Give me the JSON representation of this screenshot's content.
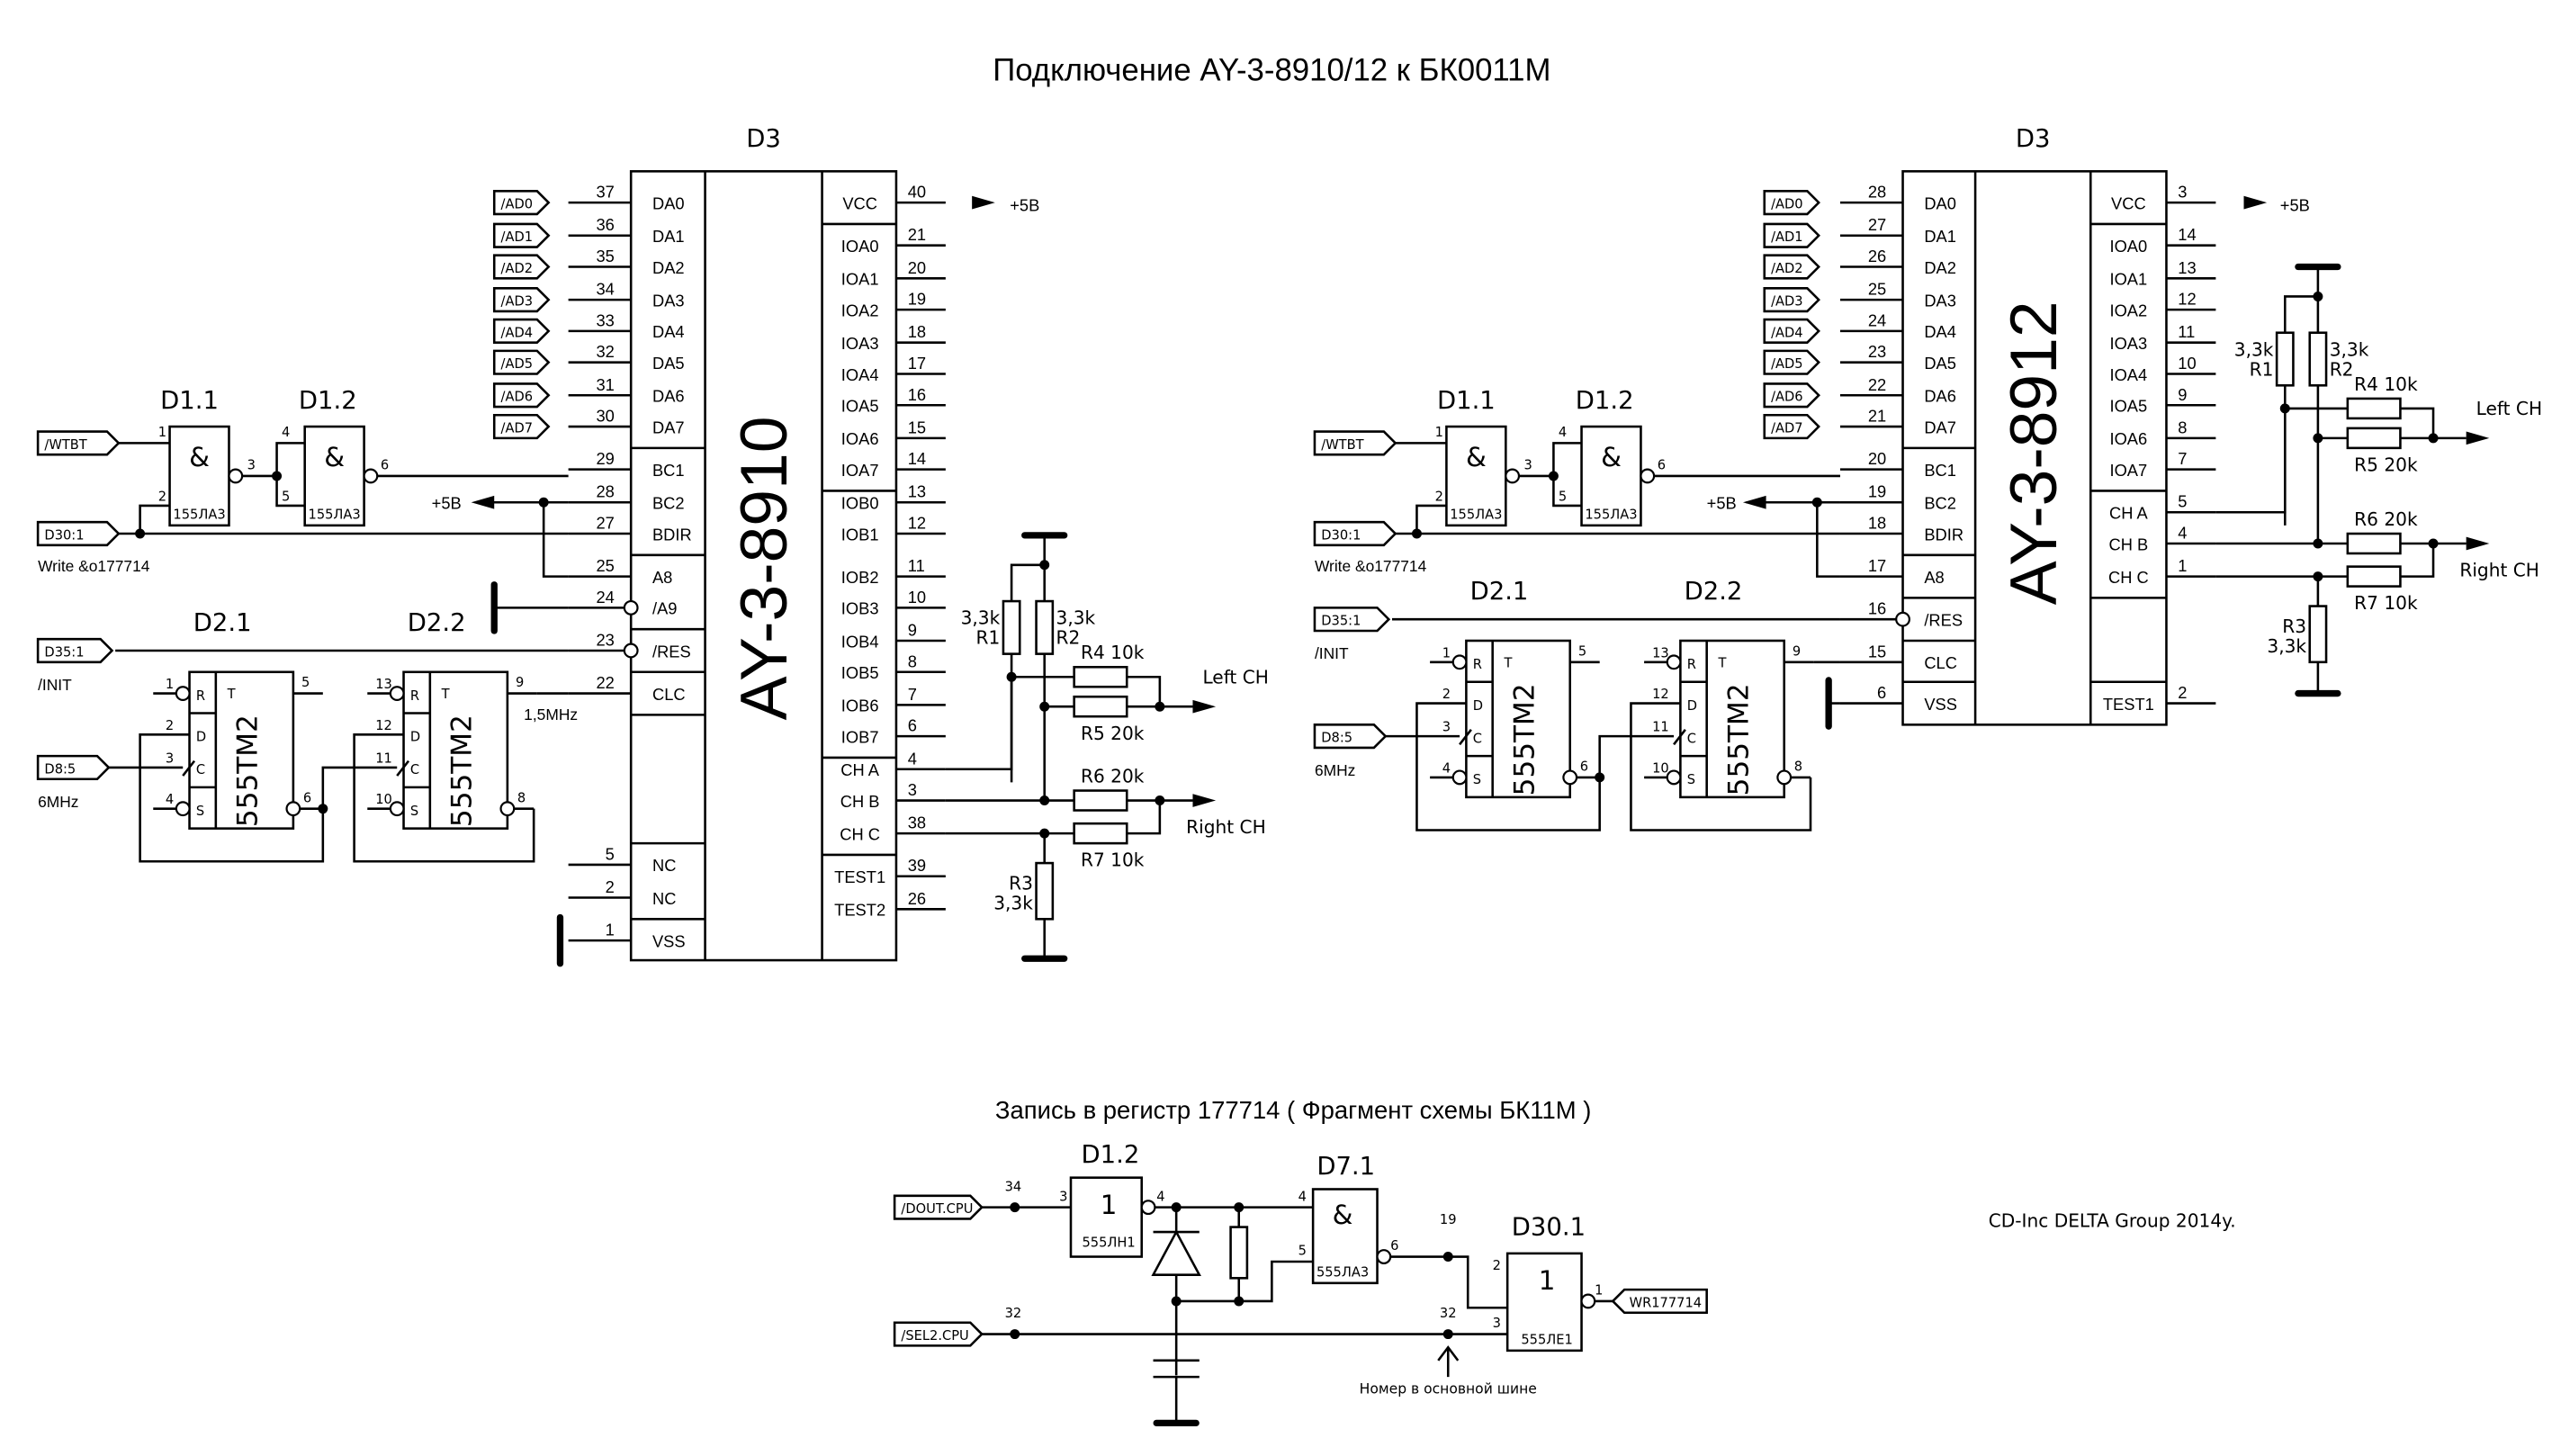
{
  "title": "Подключение AY-3-8910/12 к БК0011М",
  "left_circuit": {
    "chip_ref": "D3",
    "chip_name": "AY-3-8910",
    "left_pins": [
      {
        "num": "37",
        "name": "DA0",
        "net": "/AD0"
      },
      {
        "num": "36",
        "name": "DA1",
        "net": "/AD1"
      },
      {
        "num": "35",
        "name": "DA2",
        "net": "/AD2"
      },
      {
        "num": "34",
        "name": "DA3",
        "net": "/AD3"
      },
      {
        "num": "33",
        "name": "DA4",
        "net": "/AD4"
      },
      {
        "num": "32",
        "name": "DA5",
        "net": "/AD5"
      },
      {
        "num": "31",
        "name": "DA6",
        "net": "/AD6"
      },
      {
        "num": "30",
        "name": "DA7",
        "net": "/AD7"
      },
      {
        "num": "29",
        "name": "BC1"
      },
      {
        "num": "28",
        "name": "BC2"
      },
      {
        "num": "27",
        "name": "BDIR"
      },
      {
        "num": "25",
        "name": "A8"
      },
      {
        "num": "24",
        "name": "/A9"
      },
      {
        "num": "23",
        "name": "/RES"
      },
      {
        "num": "22",
        "name": "CLC"
      },
      {
        "num": "5",
        "name": "NC"
      },
      {
        "num": "2",
        "name": "NC"
      },
      {
        "num": "1",
        "name": "VSS"
      }
    ],
    "right_pins": [
      {
        "num": "40",
        "name": "VCC"
      },
      {
        "num": "21",
        "name": "IOA0"
      },
      {
        "num": "20",
        "name": "IOA1"
      },
      {
        "num": "19",
        "name": "IOA2"
      },
      {
        "num": "18",
        "name": "IOA3"
      },
      {
        "num": "17",
        "name": "IOA4"
      },
      {
        "num": "16",
        "name": "IOA5"
      },
      {
        "num": "15",
        "name": "IOA6"
      },
      {
        "num": "14",
        "name": "IOA7"
      },
      {
        "num": "13",
        "name": "IOB0"
      },
      {
        "num": "12",
        "name": "IOB1"
      },
      {
        "num": "11",
        "name": "IOB2"
      },
      {
        "num": "10",
        "name": "IOB3"
      },
      {
        "num": "9",
        "name": "IOB4"
      },
      {
        "num": "8",
        "name": "IOB5"
      },
      {
        "num": "7",
        "name": "IOB6"
      },
      {
        "num": "6",
        "name": "IOB7"
      },
      {
        "num": "4",
        "name": "CH A"
      },
      {
        "num": "3",
        "name": "CH B"
      },
      {
        "num": "38",
        "name": "CH C"
      },
      {
        "num": "39",
        "name": "TEST1"
      },
      {
        "num": "26",
        "name": "TEST2"
      }
    ],
    "power_label": "+5B",
    "bc2_power_label": "+5B",
    "gates": {
      "d11_ref": "D1.1",
      "d12_ref": "D1.2",
      "type": "155ЛА3",
      "symbol": "&",
      "pins": {
        "p1": "1",
        "p2": "2",
        "p3": "3",
        "p4": "4",
        "p5": "5",
        "p6": "6"
      }
    },
    "inputs": {
      "wtbt": "/WTBT",
      "d30": "D30:1",
      "write_note": "Write &o177714",
      "d35": "D35:1",
      "init_note": "/INIT",
      "d8": "D8:5",
      "freq_in": "6MHz",
      "freq_out": "1,5MHz"
    },
    "flipflops": {
      "d21_ref": "D2.1",
      "d22_ref": "D2.2",
      "type": "555TM2",
      "labels": {
        "r": "R",
        "d": "D",
        "c": "C",
        "s": "S",
        "t": "T"
      },
      "d21_pins": {
        "r": "1",
        "d": "2",
        "c": "3",
        "s": "4",
        "q": "5",
        "nq": "6"
      },
      "d22_pins": {
        "r": "13",
        "d": "12",
        "c": "11",
        "s": "10",
        "q": "9",
        "nq": "8"
      }
    },
    "resistors": {
      "r1": {
        "ref": "R1",
        "value": "3,3k"
      },
      "r2": {
        "ref": "R2",
        "value": "3,3k"
      },
      "r3": {
        "ref": "R3",
        "value": "3,3k"
      },
      "r4": "R4  10k",
      "r5": "R5  20k",
      "r6": "R6  20k",
      "r7": "R7  10k"
    },
    "outputs": {
      "left": "Left CH",
      "right": "Right CH"
    }
  },
  "right_circuit": {
    "chip_ref": "D3",
    "chip_name": "AY-3-8912",
    "left_pins": [
      {
        "num": "28",
        "name": "DA0",
        "net": "/AD0"
      },
      {
        "num": "27",
        "name": "DA1",
        "net": "/AD1"
      },
      {
        "num": "26",
        "name": "DA2",
        "net": "/AD2"
      },
      {
        "num": "25",
        "name": "DA3",
        "net": "/AD3"
      },
      {
        "num": "24",
        "name": "DA4",
        "net": "/AD4"
      },
      {
        "num": "23",
        "name": "DA5",
        "net": "/AD5"
      },
      {
        "num": "22",
        "name": "DA6",
        "net": "/AD6"
      },
      {
        "num": "21",
        "name": "DA7",
        "net": "/AD7"
      },
      {
        "num": "20",
        "name": "BC1"
      },
      {
        "num": "19",
        "name": "BC2"
      },
      {
        "num": "18",
        "name": "BDIR"
      },
      {
        "num": "17",
        "name": "A8"
      },
      {
        "num": "16",
        "name": "/RES"
      },
      {
        "num": "15",
        "name": "CLC"
      },
      {
        "num": "6",
        "name": "VSS"
      }
    ],
    "right_pins": [
      {
        "num": "3",
        "name": "VCC"
      },
      {
        "num": "14",
        "name": "IOA0"
      },
      {
        "num": "13",
        "name": "IOA1"
      },
      {
        "num": "12",
        "name": "IOA2"
      },
      {
        "num": "11",
        "name": "IOA3"
      },
      {
        "num": "10",
        "name": "IOA4"
      },
      {
        "num": "9",
        "name": "IOA5"
      },
      {
        "num": "8",
        "name": "IOA6"
      },
      {
        "num": "7",
        "name": "IOA7"
      },
      {
        "num": "5",
        "name": "CH A"
      },
      {
        "num": "4",
        "name": "CH B"
      },
      {
        "num": "1",
        "name": "CH C"
      },
      {
        "num": "2",
        "name": "TEST1"
      }
    ],
    "power_label": "+5B",
    "bc2_power_label": "+5B",
    "gates": {
      "d11_ref": "D1.1",
      "d12_ref": "D1.2",
      "type": "155ЛА3",
      "symbol": "&",
      "pins": {
        "p1": "1",
        "p2": "2",
        "p3": "3",
        "p4": "4",
        "p5": "5",
        "p6": "6"
      }
    },
    "inputs": {
      "wtbt": "/WTBT",
      "d30": "D30:1",
      "write_note": "Write &o177714",
      "d35": "D35:1",
      "init_note": "/INIT",
      "d8": "D8:5",
      "freq_in": "6MHz"
    },
    "flipflops": {
      "d21_ref": "D2.1",
      "d22_ref": "D2.2",
      "type": "555TM2",
      "labels": {
        "r": "R",
        "d": "D",
        "c": "C",
        "s": "S",
        "t": "T"
      },
      "d21_pins": {
        "r": "1",
        "d": "2",
        "c": "3",
        "s": "4",
        "q": "5",
        "nq": "6"
      },
      "d22_pins": {
        "r": "13",
        "d": "12",
        "c": "11",
        "s": "10",
        "q": "9",
        "nq": "8"
      }
    },
    "resistors": {
      "r1": {
        "ref": "R1",
        "value": "3,3k"
      },
      "r2": {
        "ref": "R2",
        "value": "3,3k"
      },
      "r3": {
        "ref": "R3",
        "value": "3,3k"
      },
      "r4": "R4  10k",
      "r5": "R5  20k",
      "r6": "R6  20k",
      "r7": "R7  10k"
    },
    "outputs": {
      "left": "Left CH",
      "right": "Right CH"
    }
  },
  "bottom": {
    "title": "Запись в регистр 177714  ( Фрагмент схемы БК11М )",
    "d12": {
      "ref": "D1.2",
      "symbol": "1",
      "type": "555ЛН1",
      "in_pin": "3",
      "out_pin": "4"
    },
    "d71": {
      "ref": "D7.1",
      "symbol": "&",
      "type": "555ЛА3",
      "in1_pin": "4",
      "in2_pin": "5",
      "out_pin": "6"
    },
    "d301": {
      "ref": "D30.1",
      "symbol": "1",
      "type": "555ЛЕ1",
      "in1_pin": "2",
      "in2_pin": "3",
      "out_pin": "1"
    },
    "dout": {
      "label": "/DOUT.CPU",
      "pin": "34"
    },
    "sel2": {
      "label": "/SEL2.CPU",
      "pin": "32"
    },
    "wire19": "19",
    "wire32": "32",
    "output": "WR177714",
    "bus_note": "Номер в основной шине"
  },
  "credit": "CD-Inc DELTA Group 2014y."
}
